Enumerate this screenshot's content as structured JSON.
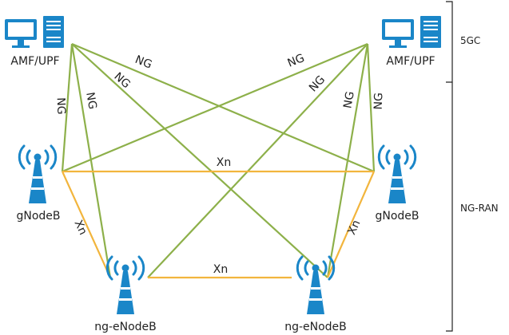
{
  "colors": {
    "ng_link": "#8db04a",
    "xn_link": "#f2b53d",
    "server": "#1a86c8",
    "antenna": "#1a86c8",
    "bracket": "#222222"
  },
  "nodes": {
    "amf_left": {
      "label": "AMF/UPF",
      "icon": "server-computer-icon"
    },
    "amf_right": {
      "label": "AMF/UPF",
      "icon": "server-computer-icon"
    },
    "gnb_left": {
      "label": "gNodeB",
      "icon": "antenna-tower-icon"
    },
    "gnb_right": {
      "label": "gNodeB",
      "icon": "antenna-tower-icon"
    },
    "ngenb_left": {
      "label": "ng-eNodeB",
      "icon": "antenna-tower-icon"
    },
    "ngenb_right": {
      "label": "ng-eNodeB",
      "icon": "antenna-tower-icon"
    }
  },
  "links": {
    "ng": [
      {
        "from": "amf_left",
        "to": "gnb_left",
        "label": "NG"
      },
      {
        "from": "amf_left",
        "to": "ngenb_left",
        "label": "NG"
      },
      {
        "from": "amf_left",
        "to": "ngenb_right",
        "label": "NG"
      },
      {
        "from": "amf_left",
        "to": "gnb_right",
        "label": "NG"
      },
      {
        "from": "amf_right",
        "to": "gnb_left",
        "label": "NG"
      },
      {
        "from": "amf_right",
        "to": "ngenb_left",
        "label": "NG"
      },
      {
        "from": "amf_right",
        "to": "ngenb_right",
        "label": "NG"
      },
      {
        "from": "amf_right",
        "to": "gnb_right",
        "label": "NG"
      }
    ],
    "xn": [
      {
        "from": "gnb_left",
        "to": "gnb_right",
        "label": "Xn"
      },
      {
        "from": "gnb_left",
        "to": "ngenb_left",
        "label": "Xn"
      },
      {
        "from": "gnb_right",
        "to": "ngenb_right",
        "label": "Xn"
      },
      {
        "from": "ngenb_left",
        "to": "ngenb_right",
        "label": "Xn"
      }
    ]
  },
  "layers": {
    "core": "5GC",
    "ran": "NG-RAN"
  }
}
